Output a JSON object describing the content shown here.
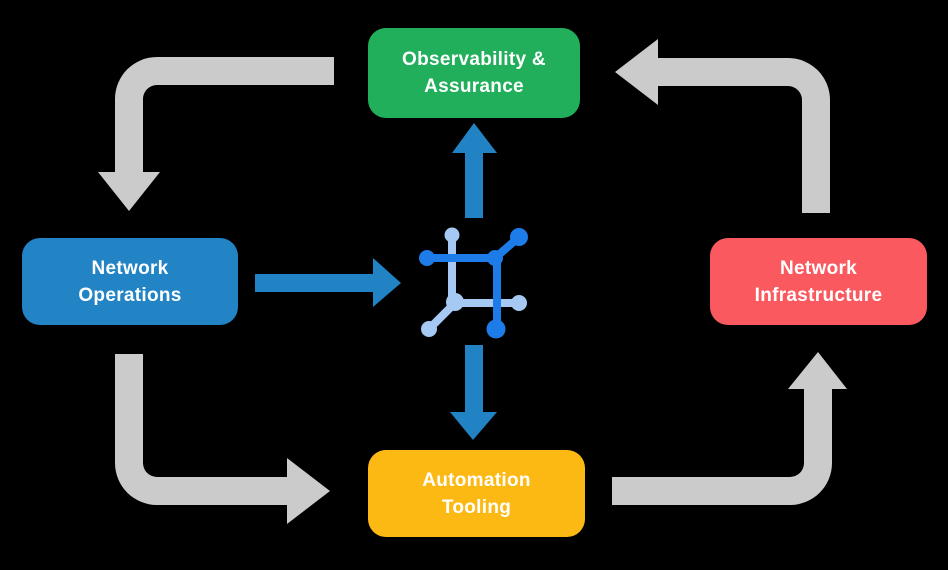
{
  "colors": {
    "background": "#000000",
    "box-observability": "#22AF5C",
    "box-operations": "#2283C5",
    "box-infrastructure": "#FA5A5F",
    "box-automation": "#FDB913",
    "box-text": "#FFFFFF",
    "cycle-arrow": "#CBCBCB",
    "flow-arrow": "#2182C4",
    "icon-dark-blue": "#1E7CE9",
    "icon-light-blue": "#A6C9F3"
  },
  "boxes": {
    "observability": {
      "label": "Observability &\nAssurance"
    },
    "operations": {
      "label": "Network\nOperations"
    },
    "infrastructure": {
      "label": "Network\nInfrastructure"
    },
    "automation": {
      "label": "Automation\nTooling"
    }
  },
  "arrows": {
    "cycle": [
      {
        "from": "Observability & Assurance",
        "to": "Network Operations",
        "shape": "left-then-down"
      },
      {
        "from": "Network Operations",
        "to": "Automation Tooling",
        "shape": "down-then-right"
      },
      {
        "from": "Automation Tooling",
        "to": "Network Infrastructure",
        "shape": "right-then-up"
      },
      {
        "from": "Network Infrastructure",
        "to": "Observability & Assurance",
        "shape": "up-then-left"
      }
    ],
    "flows": [
      {
        "from": "Network Operations",
        "to": "center icon",
        "direction": "right"
      },
      {
        "from": "center icon",
        "to": "Observability & Assurance",
        "direction": "up"
      },
      {
        "from": "center icon",
        "to": "Automation Tooling",
        "direction": "down"
      }
    ]
  }
}
